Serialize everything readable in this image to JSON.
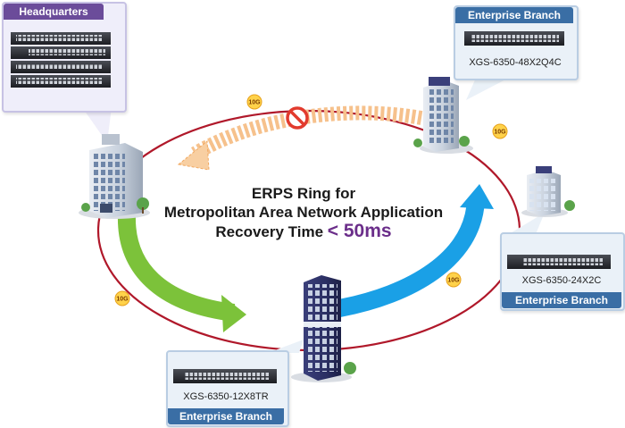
{
  "title": {
    "line1": "ERPS Ring for",
    "line2": "Metropolitan Area Network Application",
    "line3_prefix": "Recovery Time",
    "line3_value": "< 50ms"
  },
  "sites": {
    "headquarters": {
      "label": "Headquarters",
      "color": "#6b4c9a"
    },
    "branch_top": {
      "label": "Enterprise Branch",
      "model": "XGS-6350-48X2Q4C",
      "color": "#3a6ea5"
    },
    "branch_right": {
      "label": "Enterprise Branch",
      "model": "XGS-6350-24X2C",
      "color": "#3a6ea5"
    },
    "branch_bottom": {
      "label": "Enterprise Branch",
      "model": "XGS-6350-12X8TR",
      "color": "#3a6ea5"
    }
  },
  "link_badges": [
    "10G",
    "10G",
    "10G",
    "10G"
  ],
  "colors": {
    "ring": "#b0182a",
    "arrow_green": "#7cc23a",
    "arrow_blue": "#1aa0e6",
    "arrow_blocked": "#f6c18c",
    "block_sign": "#e23b2e",
    "badge_fill": "#ffd24a"
  },
  "icons": {
    "building": "office-building-icon",
    "switch": "network-switch-icon",
    "blocked": "prohibited-icon"
  }
}
